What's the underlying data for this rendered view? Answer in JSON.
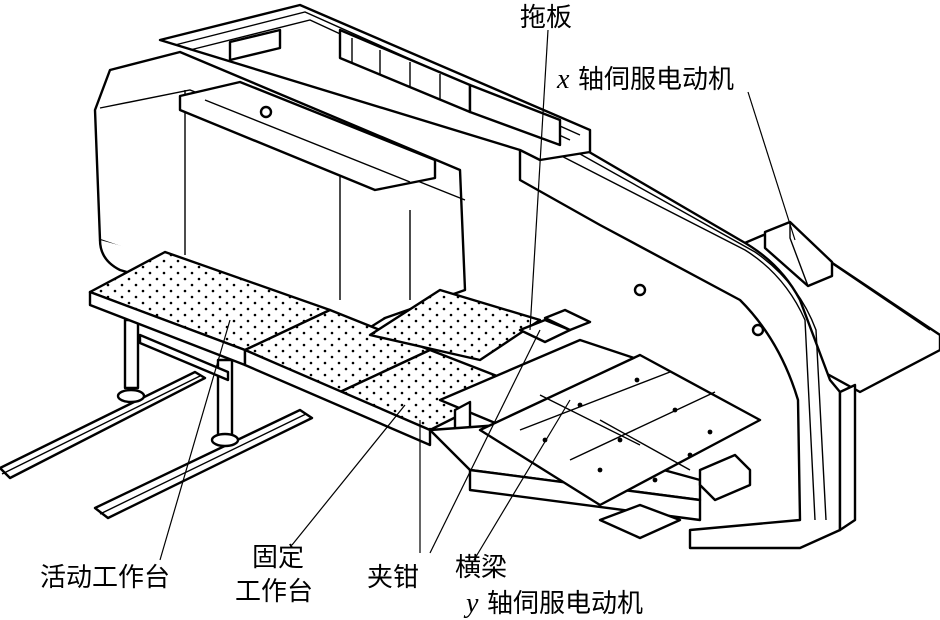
{
  "labels": {
    "tuoban": "拖板",
    "x_motor_var": "x",
    "x_motor_text": "轴伺服电动机",
    "huodong": "活动工作台",
    "guding_1": "固定",
    "guding_2": "工作台",
    "jiaqian": "夹钳",
    "hengliang": "横梁",
    "y_motor_var": "y",
    "y_motor_text": "轴伺服电动机"
  }
}
